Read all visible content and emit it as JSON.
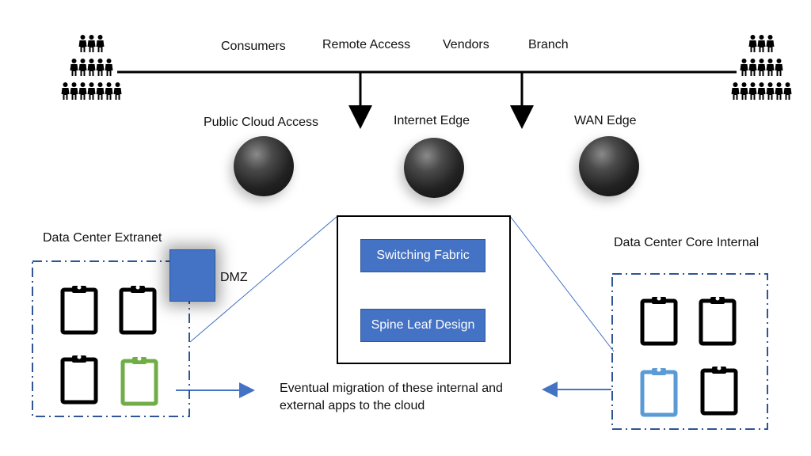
{
  "top_labels": {
    "consumers": "Consumers",
    "remote_access": "Remote Access",
    "vendors": "Vendors",
    "branch": "Branch"
  },
  "edges": {
    "public_cloud": "Public Cloud Access",
    "internet_edge": "Internet Edge",
    "wan_edge": "WAN Edge"
  },
  "extranet": {
    "title": "Data Center Extranet",
    "dmz": "DMZ"
  },
  "core": {
    "title": "Data Center Core Internal"
  },
  "center": {
    "switching_fabric": "Switching Fabric",
    "spine_leaf": "Spine Leaf Design"
  },
  "migration": {
    "line1": "Eventual migration of these internal and",
    "line2": "external apps to the cloud"
  },
  "colors": {
    "accent_blue": "#4472c4",
    "dashed_border": "#2f5597",
    "arrow_blue": "#4472c4",
    "clipboard_green": "#70ad47",
    "clipboard_lightblue": "#5b9bd5"
  }
}
